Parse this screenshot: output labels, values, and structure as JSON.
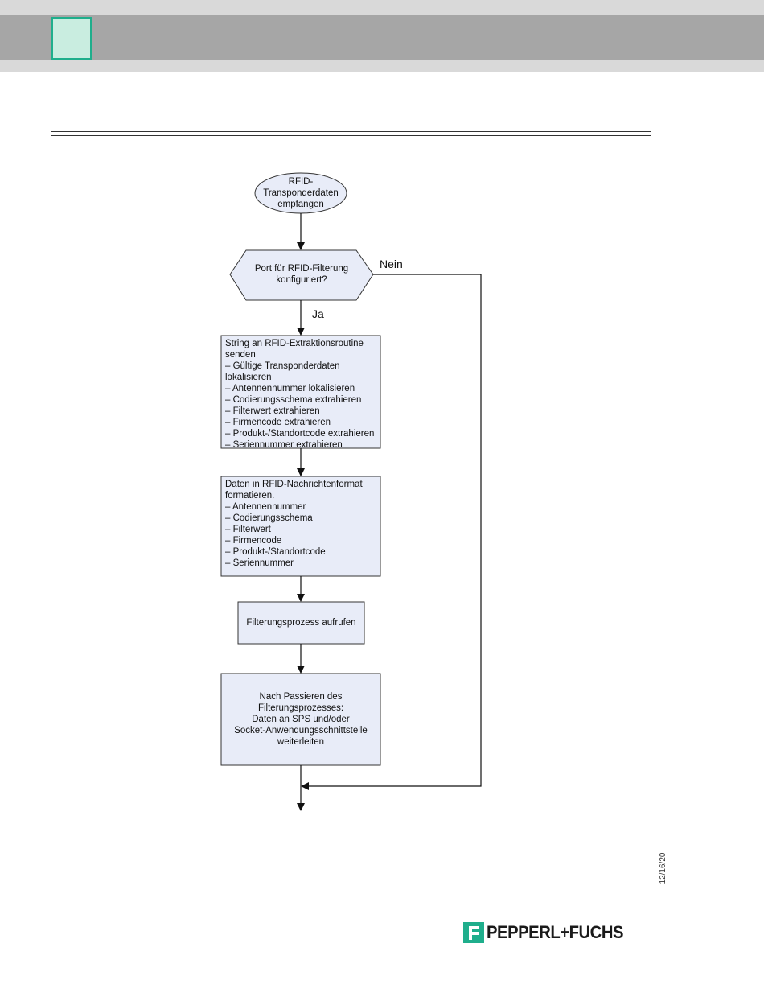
{
  "diagram": {
    "start": "RFID-\nTransponderdaten\nempfangen",
    "decision": "Port für RFID-Filterung\nkonfiguriert?",
    "label_no": "Nein",
    "label_yes": "Ja",
    "step1": "String an RFID-Extraktionsroutine\nsenden\n– Gültige Transponderdaten\n   lokalisieren\n– Antennennummer lokalisieren\n– Codierungsschema extrahieren\n– Filterwert extrahieren\n– Firmencode extrahieren\n– Produkt-/Standortcode extrahieren\n– Seriennummer extrahieren",
    "step2": "Daten in RFID-Nachrichtenformat\nformatieren.\n– Antennennummer\n– Codierungsschema\n– Filterwert\n– Firmencode\n– Produkt-/Standortcode\n– Seriennummer",
    "step3": "Filterungsprozess aufrufen",
    "step4": "Nach Passieren des\nFilterungsprozesses:\nDaten an SPS und/oder\nSocket-Anwendungsschnittstelle\nweiterleiten",
    "fill_color": "#e8ecf8",
    "stroke_color": "#333333"
  },
  "footer": {
    "date": "12/16/20",
    "brand": "PEPPERL+FUCHS",
    "brand_color": "#1fae8c"
  },
  "header": {
    "accent_color": "#1fae8c"
  }
}
